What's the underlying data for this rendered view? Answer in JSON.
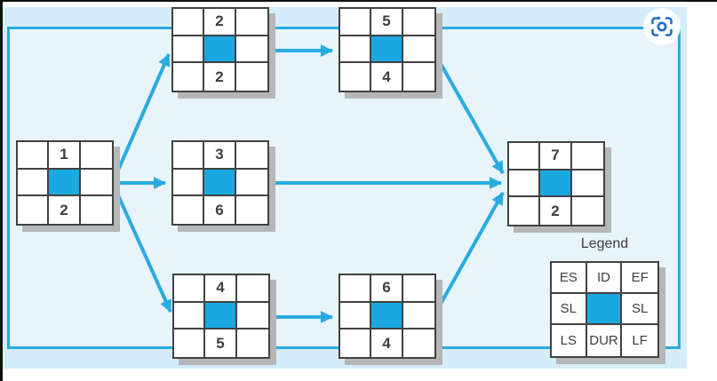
{
  "diagram": {
    "kind": "activity-on-node project network (PERT/CPM)",
    "network": {
      "nodes": [
        {
          "key": "n1",
          "id": "1",
          "duration": "2"
        },
        {
          "key": "n2",
          "id": "2",
          "duration": "2"
        },
        {
          "key": "n3",
          "id": "3",
          "duration": "6"
        },
        {
          "key": "n4",
          "id": "4",
          "duration": "5"
        },
        {
          "key": "n5",
          "id": "5",
          "duration": "4"
        },
        {
          "key": "n6",
          "id": "6",
          "duration": "4"
        },
        {
          "key": "n7",
          "id": "7",
          "duration": "2"
        }
      ],
      "edges": [
        {
          "from": "n1",
          "to": "n2"
        },
        {
          "from": "n1",
          "to": "n3"
        },
        {
          "from": "n1",
          "to": "n4"
        },
        {
          "from": "n2",
          "to": "n5"
        },
        {
          "from": "n4",
          "to": "n6"
        },
        {
          "from": "n3",
          "to": "n7"
        },
        {
          "from": "n5",
          "to": "n7"
        },
        {
          "from": "n6",
          "to": "n7"
        }
      ]
    },
    "legend": {
      "title": "Legend",
      "rows": [
        [
          "ES",
          "ID",
          "EF"
        ],
        [
          "SL",
          "",
          "SL"
        ],
        [
          "LS",
          "DUR",
          "LF"
        ]
      ]
    }
  },
  "icons": {
    "capture": "screen-capture-icon"
  },
  "colors": {
    "accent": "#29abe2",
    "node_center": "#1aa8e0",
    "panel_outer": "#d5edf9",
    "panel_inner": "#e7f4fc",
    "grid_line": "#414141",
    "shadow": "#b5b6b8",
    "icon_blue": "#2268cc"
  }
}
